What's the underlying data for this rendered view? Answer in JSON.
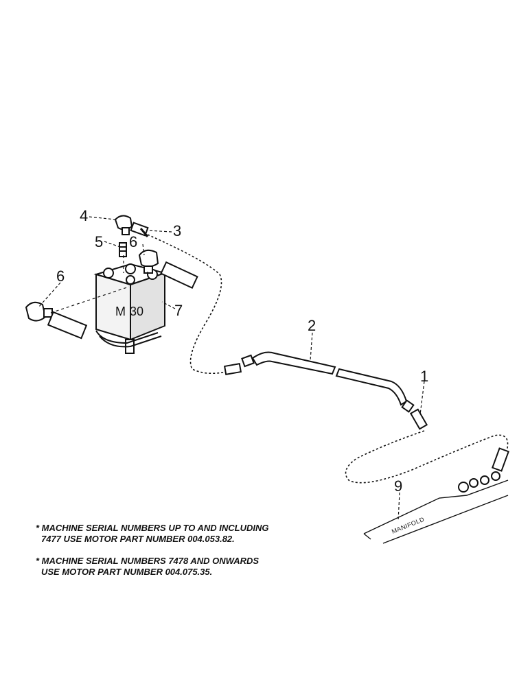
{
  "callouts": {
    "c1": "1",
    "c2": "2",
    "c3": "3",
    "c4": "4",
    "c5": "5",
    "c6a": "6",
    "c6b": "6",
    "c7": "7",
    "c9": "9"
  },
  "motor_label": {
    "left": "M",
    "right": "30"
  },
  "manifold_label": "MANIFOLD",
  "notes": [
    {
      "line1": "* MACHINE SERIAL NUMBERS UP TO AND INCLUDING",
      "line2": "7477 USE MOTOR PART NUMBER 004.053.82."
    },
    {
      "line1": "* MACHINE SERIAL NUMBERS 7478 AND ONWARDS",
      "line2": "USE MOTOR PART NUMBER 004.075.35."
    }
  ]
}
